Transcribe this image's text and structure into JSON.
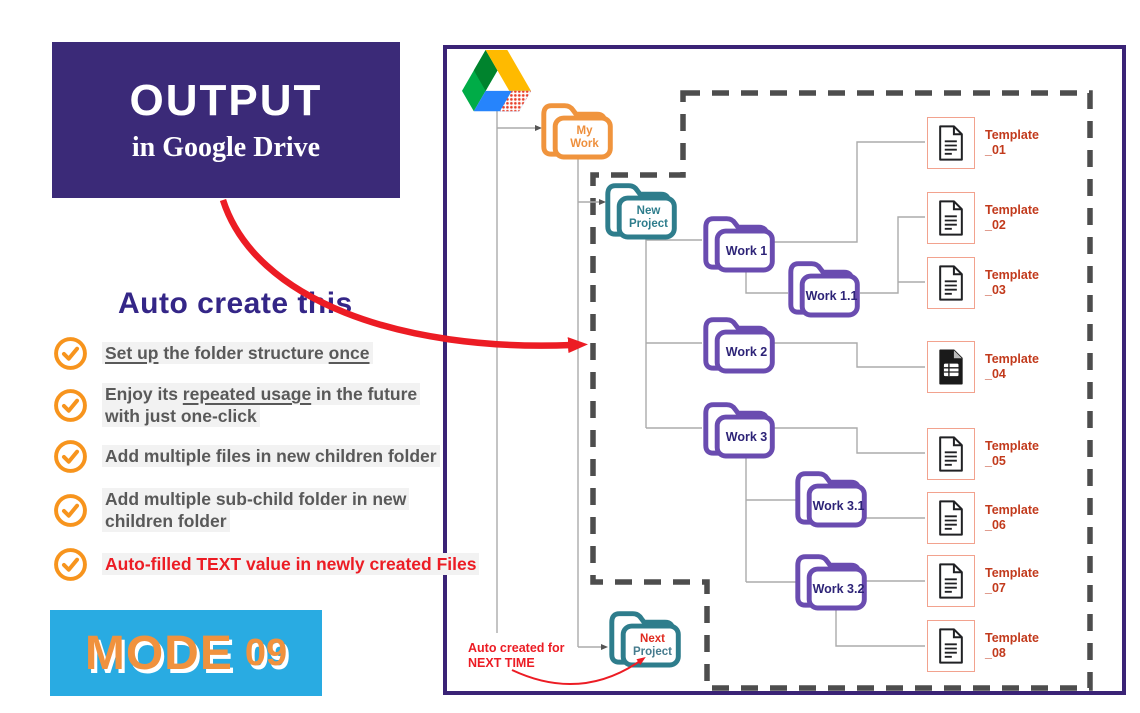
{
  "output_box": {
    "title": "OUTPUT",
    "subtitle": "in Google Drive"
  },
  "left": {
    "heading": "Auto create this",
    "checklist": [
      {
        "line1": [
          {
            "text": "Set up"
          },
          {
            "text": " the folder structure "
          },
          {
            "text": "once"
          }
        ]
      },
      {
        "line1": [
          {
            "text": "Enjoy its "
          },
          {
            "text": "repeated usage"
          },
          {
            "text": " in the future"
          }
        ],
        "line2": [
          {
            "text": "with just one-click"
          }
        ]
      },
      {
        "line1": [
          {
            "text": "Add multiple files in new children folder"
          }
        ]
      },
      {
        "line1": [
          {
            "text": "Add multiple sub-child folder  in new"
          }
        ],
        "line2": [
          {
            "text": "children folder"
          }
        ]
      },
      {
        "line1": [
          {
            "text": "Auto-filled TEXT value in newly created Files"
          }
        ]
      }
    ],
    "badge": {
      "word": "MODE",
      "number": "09"
    }
  },
  "diagram": {
    "logo": "google-drive-logo",
    "folders": [
      {
        "id": "my-work",
        "lines": [
          "My",
          "Work"
        ]
      },
      {
        "id": "new-project",
        "lines": [
          "New",
          "Project"
        ]
      },
      {
        "id": "work-1",
        "lines": [
          "Work 1"
        ]
      },
      {
        "id": "work-1-1",
        "lines": [
          "Work 1.1"
        ]
      },
      {
        "id": "work-2",
        "lines": [
          "Work 2"
        ]
      },
      {
        "id": "work-3",
        "lines": [
          "Work 3"
        ]
      },
      {
        "id": "work-3-1",
        "lines": [
          "Work 3.1"
        ]
      },
      {
        "id": "work-3-2",
        "lines": [
          "Work 3.2"
        ]
      },
      {
        "id": "next-project",
        "lines": [
          "Next",
          "Project"
        ]
      }
    ],
    "templates": [
      {
        "label": "Template",
        "number": "_01",
        "icon": "document-icon"
      },
      {
        "label": "Template",
        "number": "_02",
        "icon": "document-icon"
      },
      {
        "label": "Template",
        "number": "_03",
        "icon": "document-icon"
      },
      {
        "label": "Template",
        "number": "_04",
        "icon": "slides-table-icon"
      },
      {
        "label": "Template",
        "number": "_05",
        "icon": "document-icon"
      },
      {
        "label": "Template",
        "number": "_06",
        "icon": "document-icon"
      },
      {
        "label": "Template",
        "number": "_07",
        "icon": "document-icon"
      },
      {
        "label": "Template",
        "number": "_08",
        "icon": "document-icon"
      }
    ],
    "note": {
      "line1": "Auto created for",
      "line2": "NEXT TIME"
    }
  },
  "colors": {
    "panel_border": "#3A2376",
    "output_bg": "#3B2A78",
    "heading": "#342687",
    "folder_purple": "#6A4CB0",
    "folder_orange": "#F0943D",
    "folder_teal": "#2E7D8C",
    "label_indigo": "#2D2377",
    "template_red": "#C23A1C",
    "template_border": "#F2A28E",
    "badge_bg": "#29ABE2",
    "badge_text": "#F0923E",
    "check_orange": "#F7941D",
    "alert_red": "#EC1C24",
    "line_gray": "#ABABAB",
    "dash_gray": "#4D4D4D",
    "text_gray": "#595959"
  }
}
